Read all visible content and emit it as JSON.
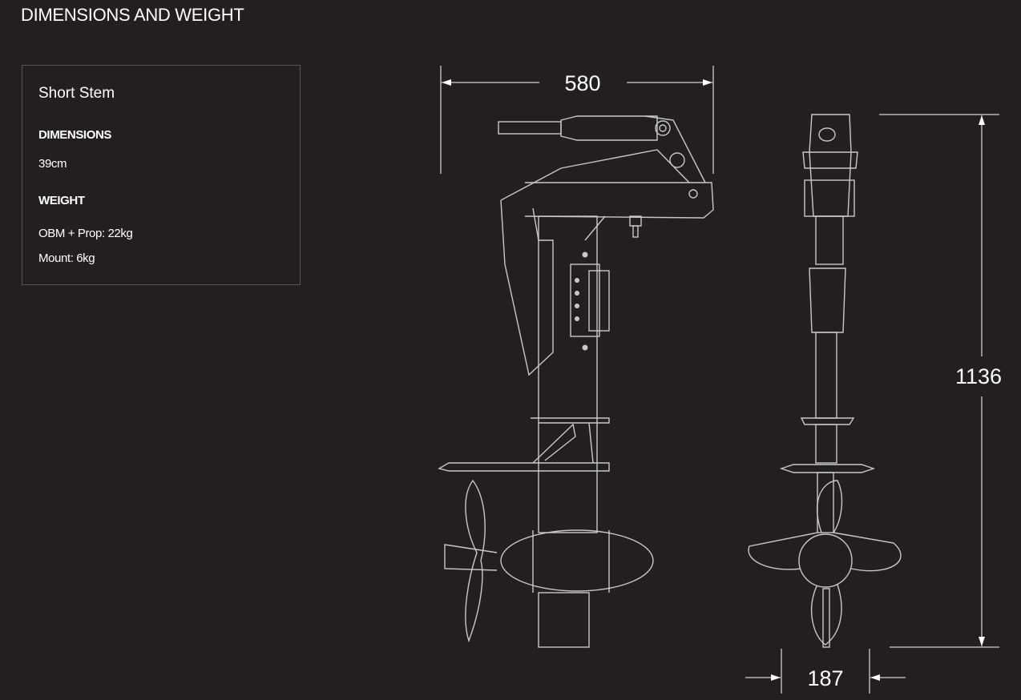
{
  "page_title": "DIMENSIONS AND WEIGHT",
  "spec_card": {
    "variant": "Short Stem",
    "dimensions_heading": "DIMENSIONS",
    "dimensions_value": "39cm",
    "weight_heading": "WEIGHT",
    "weight_values": [
      "OBM + Prop: 22kg",
      "Mount: 6kg"
    ]
  },
  "drawing": {
    "width_label": "580",
    "height_label": "1136",
    "depth_label": "187",
    "line_color": "#c8c8c8",
    "background": "#231f20"
  }
}
